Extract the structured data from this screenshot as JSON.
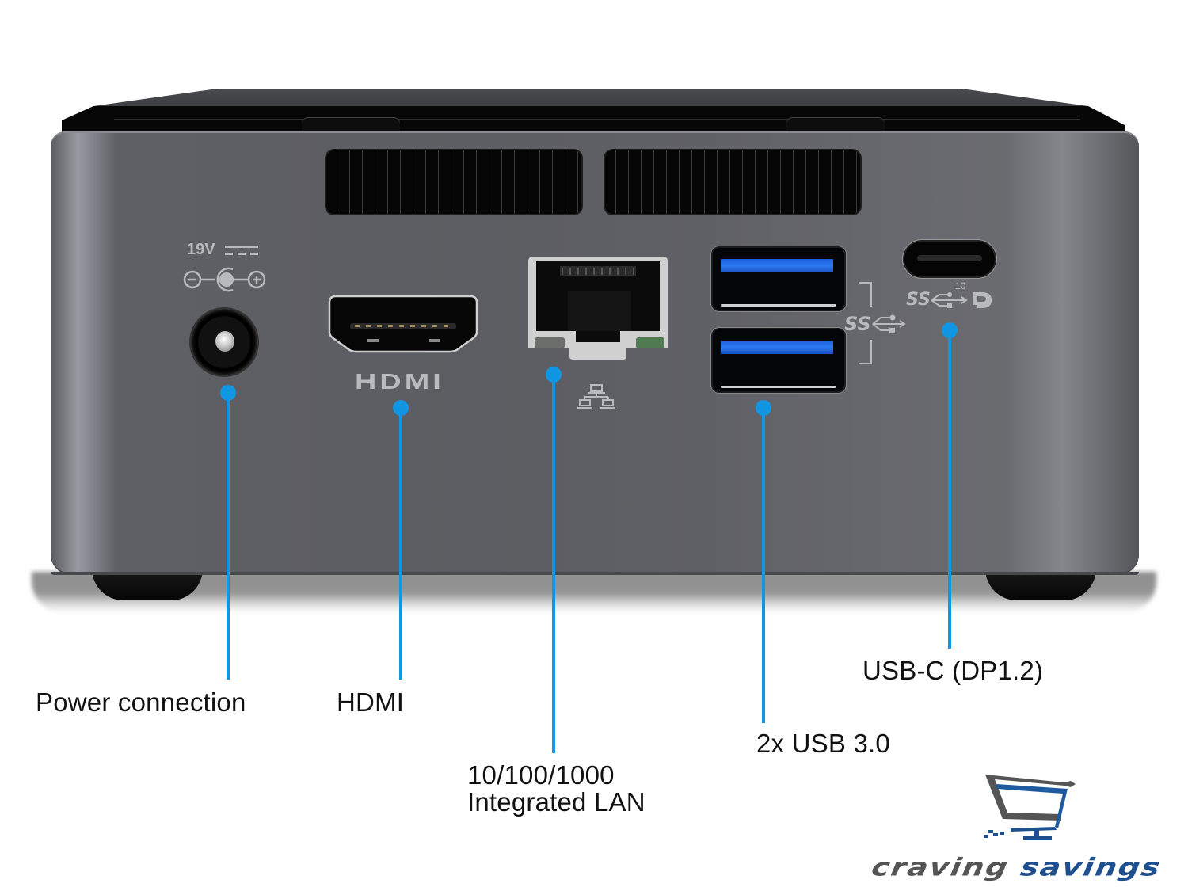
{
  "device": {
    "silkscreen": {
      "power_voltage": "19V",
      "hdmi": "HDMI",
      "usb_c_speed": "10"
    }
  },
  "callouts": [
    {
      "id": "power",
      "label": "Power connection"
    },
    {
      "id": "hdmi",
      "label": "HDMI"
    },
    {
      "id": "lan",
      "label_line1": "10/100/1000",
      "label_line2": "Integrated LAN"
    },
    {
      "id": "usb",
      "label": "2x USB 3.0"
    },
    {
      "id": "usbc",
      "label": "USB-C (DP1.2)"
    }
  ],
  "colors": {
    "callout_blue": "#1196e4",
    "usb_blue": "#2b7af0",
    "logo_gray": "#555555",
    "logo_blue": "#1e4f8f"
  },
  "logo": {
    "word1": "craving",
    "word2": "savings"
  }
}
